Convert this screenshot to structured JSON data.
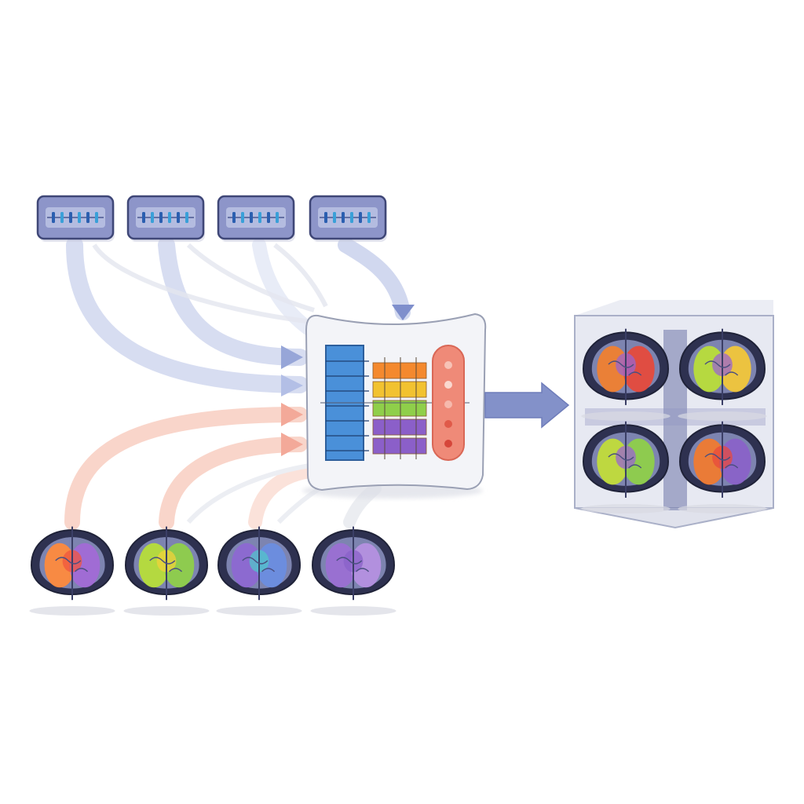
{
  "diagram": {
    "input_signals": [
      {
        "id": "signal-1",
        "type": "waveform"
      },
      {
        "id": "signal-2",
        "type": "waveform"
      },
      {
        "id": "signal-3",
        "type": "waveform"
      },
      {
        "id": "signal-4",
        "type": "waveform"
      }
    ],
    "input_scans": [
      {
        "id": "scan-1",
        "palette": [
          "#ff8a3d",
          "#f0563e",
          "#a26ad6"
        ]
      },
      {
        "id": "scan-2",
        "palette": [
          "#b7dd3a",
          "#f2d23a",
          "#8fcf4a"
        ]
      },
      {
        "id": "scan-3",
        "palette": [
          "#8d68d2",
          "#52c4c9",
          "#6b8de0"
        ]
      },
      {
        "id": "scan-4",
        "palette": [
          "#9b6fd3",
          "#8a62c8",
          "#b590e0"
        ]
      }
    ],
    "fusion_module": {
      "bars": [
        "#4a90d9",
        "#f4892e",
        "#f2c230",
        "#8fcf4a",
        "#8b5fc9",
        "#e96a5c"
      ]
    },
    "output_scans": [
      {
        "id": "out-1",
        "palette": [
          "#f08030",
          "#9a64d0",
          "#e64a3c"
        ]
      },
      {
        "id": "out-2",
        "palette": [
          "#b9dd3a",
          "#9a64d0",
          "#f2c63a"
        ]
      },
      {
        "id": "out-3",
        "palette": [
          "#c2dc3a",
          "#9a64d0",
          "#8fcf4a"
        ]
      },
      {
        "id": "out-4",
        "palette": [
          "#f07a30",
          "#e84a3e",
          "#8a62c8"
        ]
      }
    ],
    "colors": {
      "signal_flow": "#aebbe0",
      "scan_flow": "#f6b8ac",
      "arrow": "#7f8fcc",
      "frame": "#323654",
      "panel": "#f3f4f8"
    }
  }
}
